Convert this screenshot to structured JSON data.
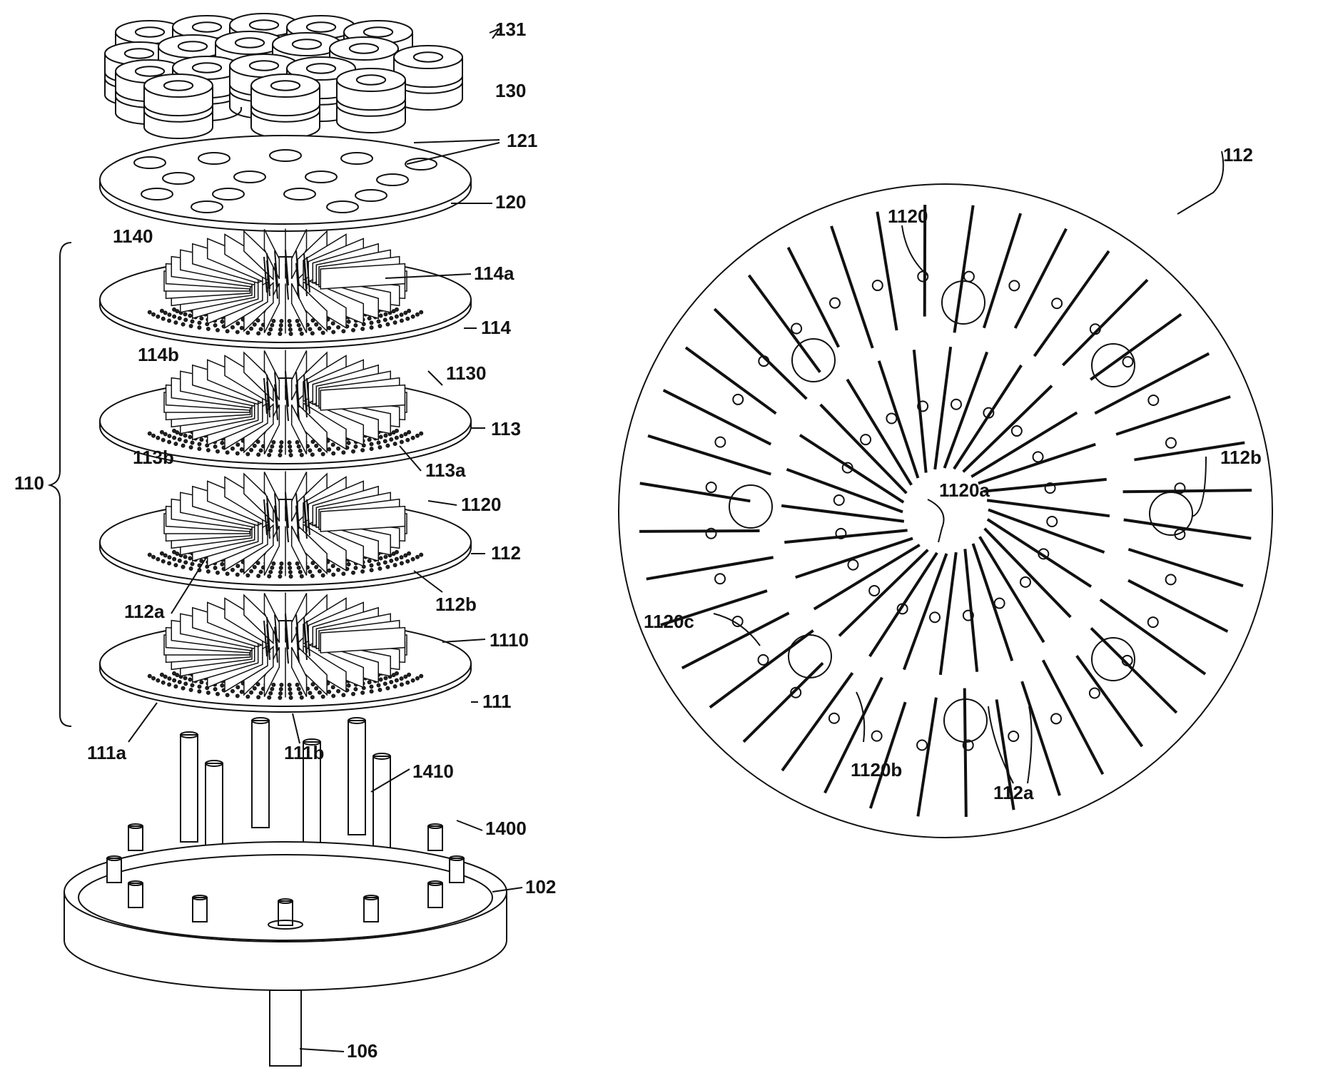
{
  "figure": {
    "left_labels": {
      "l131": "131",
      "l130": "130",
      "l121": "121",
      "l120": "120",
      "l1140": "1140",
      "l114a": "114a",
      "l114": "114",
      "l114b": "114b",
      "l1130": "1130",
      "l113": "113",
      "l113b": "113b",
      "l113a": "113a",
      "l110": "110",
      "l1120": "1120",
      "l112": "112",
      "l112a": "112a",
      "l112b": "112b",
      "l1110": "1110",
      "l111": "111",
      "l111a": "111a",
      "l111b": "111b",
      "l1410": "1410",
      "l1400": "1400",
      "l102": "102",
      "l106": "106"
    },
    "right_labels": {
      "r112": "112",
      "r1120": "1120",
      "r1120a": "1120a",
      "r112b": "112b",
      "r1120c": "1120c",
      "r1120b": "1120b",
      "r112a": "112a"
    }
  }
}
